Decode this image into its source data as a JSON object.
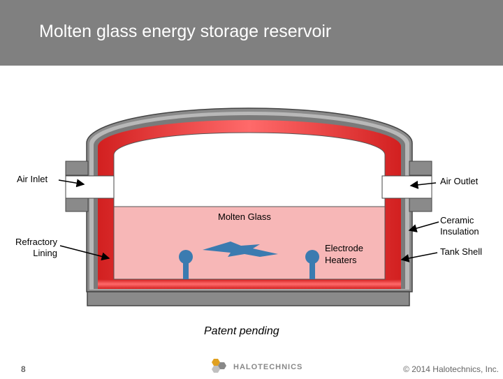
{
  "slide": {
    "title": "Molten glass energy storage reservoir",
    "page_number": "8",
    "copyright": "© 2014 Halotechnics, Inc.",
    "patent_note": "Patent pending"
  },
  "diagram": {
    "labels": {
      "air_inlet": "Air Inlet",
      "air_outlet": "Air Outlet",
      "molten_glass": "Molten Glass",
      "ceramic_insulation_1": "Ceramic",
      "ceramic_insulation_2": "Insulation",
      "refractory_lining_1": "Refractory",
      "refractory_lining_2": "Lining",
      "electrode_heaters_1": "Electrode",
      "electrode_heaters_2": "Heaters",
      "tank_shell": "Tank Shell"
    },
    "colors": {
      "tank_shell": "#808080",
      "refractory_lining": "#dd2a2a",
      "molten_glass": "#f7b7b7",
      "electrode": "#3b7bb0",
      "title_bar": "#808080"
    }
  },
  "logo": {
    "text": "HALOTECHNICS"
  }
}
